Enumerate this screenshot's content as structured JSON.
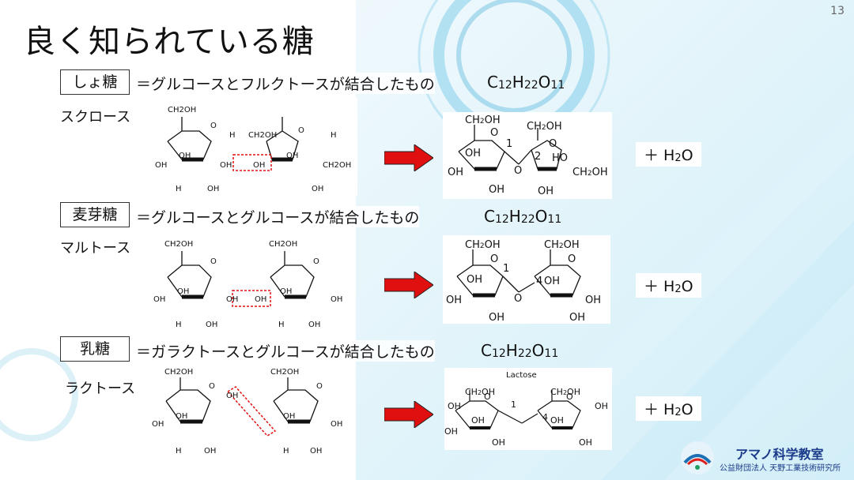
{
  "page_number": "13",
  "title": "良く知られている糖",
  "sugars": [
    {
      "label": "しょ糖",
      "description": "＝グルコースとフルクトースが結合したもの",
      "formula": {
        "c": "C",
        "c_n": "12",
        "h": "H",
        "h_n": "22",
        "o": "O",
        "o_n": "11"
      },
      "katakana": "スクロース",
      "water": {
        "plus": "＋ H",
        "sub": "2",
        "o": "O"
      }
    },
    {
      "label": "麦芽糖",
      "description": "＝グルコースとグルコースが結合したもの",
      "formula": {
        "c": "C",
        "c_n": "12",
        "h": "H",
        "h_n": "22",
        "o": "O",
        "o_n": "11"
      },
      "katakana": "マルトース",
      "water": {
        "plus": "＋ H",
        "sub": "2",
        "o": "O"
      }
    },
    {
      "label": "乳糖",
      "description": "＝ガラクトースとグルコースが結合したもの",
      "formula": {
        "c": "C",
        "c_n": "12",
        "h": "H",
        "h_n": "22",
        "o": "O",
        "o_n": "11"
      },
      "katakana": "ラクトース",
      "water": {
        "plus": "＋ H",
        "sub": "2",
        "o": "O"
      }
    }
  ],
  "structure_labels": {
    "ch2oh": "CH2OH",
    "oh": "OH",
    "h": "H",
    "o": "O",
    "ch2oh_sub_c": "CH",
    "ch2oh_sub_2": "2",
    "ch2oh_sub_oh": "OH",
    "ho": "HO",
    "n1": "1",
    "n2": "2",
    "n4": "4",
    "lactose": "Lactose"
  },
  "logo": {
    "name": "アマノ科学教室",
    "org": "公益財団法人 天野工業技術研究所"
  },
  "colors": {
    "arrow": "#e01010",
    "dotted_box": "#e01010",
    "logo_text": "#1a3a8a"
  }
}
